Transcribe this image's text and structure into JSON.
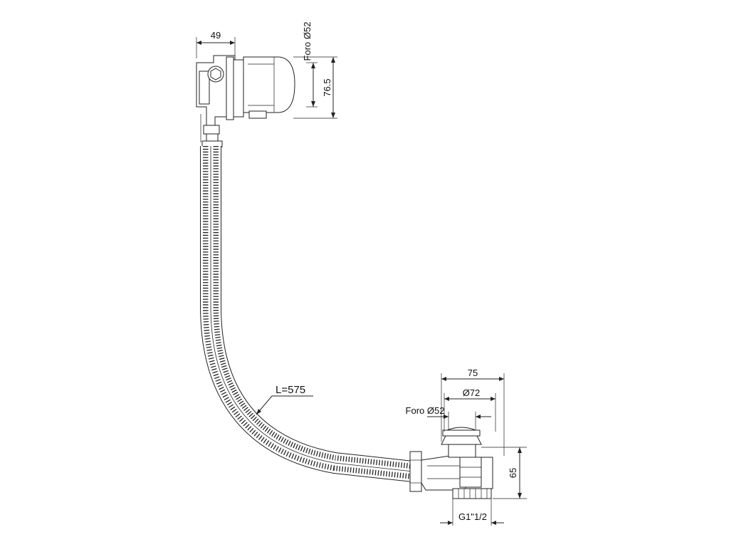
{
  "drawing": {
    "background": "#ffffff",
    "line_color": "#222222",
    "dims": {
      "overflow_width": "49",
      "overflow_hole": "Foro  Ø52",
      "overflow_height": "76.5",
      "hose_length": "L=575",
      "drain_outer": "75",
      "drain_cap": "Ø72",
      "drain_hole": "Foro  Ø52",
      "drain_height": "65",
      "drain_thread": "G1\"1/2"
    }
  }
}
